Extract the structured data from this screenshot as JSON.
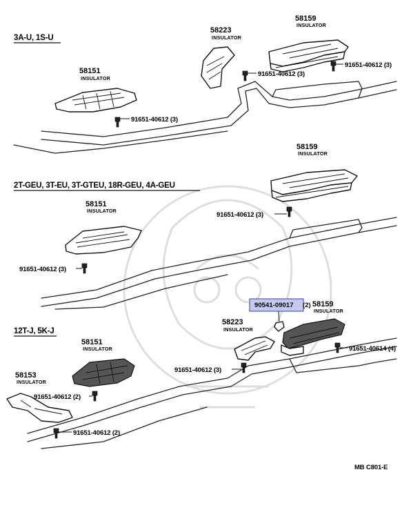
{
  "sections": [
    {
      "title": "3A-U, 1S-U"
    },
    {
      "title": "2T-GEU, 3T-EU, 3T-GTEU, 18R-GEU, 4A-GEU"
    },
    {
      "title": "12T-J, 5K-J"
    }
  ],
  "parts": {
    "p58223_top": {
      "number": "58223",
      "name": "INSULATOR"
    },
    "p58159_top": {
      "number": "58159",
      "name": "INSULATOR"
    },
    "p58151_top": {
      "number": "58151",
      "name": "INSULATOR"
    },
    "p58159_mid": {
      "number": "58159",
      "name": "INSULATOR"
    },
    "p58151_mid": {
      "number": "58151",
      "name": "INSULATOR"
    },
    "p58159_bot": {
      "number": "58159",
      "name": "INSULATOR"
    },
    "p58223_bot": {
      "number": "58223",
      "name": "INSULATOR"
    },
    "p58151_bot": {
      "number": "58151",
      "name": "INSULATOR"
    },
    "p58153_bot": {
      "number": "58153",
      "name": "INSULATOR"
    }
  },
  "bolts": {
    "b1": "91651-40612 (3)",
    "b2": "91651-40612 (3)",
    "b3": "91651-40612 (3)",
    "b4": "91651-40612 (3)",
    "b5": "91651-40612 (3)",
    "b6": "91651-40614 (4)",
    "b7": "91651-40612 (3)",
    "b8": "91651-40612 (2)",
    "b9": "91651-40612 (2)"
  },
  "highlighted_part": {
    "number": "90541-09017",
    "qty": "(2)",
    "highlight_color": "#c6c9ef"
  },
  "footer_code": "MB  C801-E"
}
